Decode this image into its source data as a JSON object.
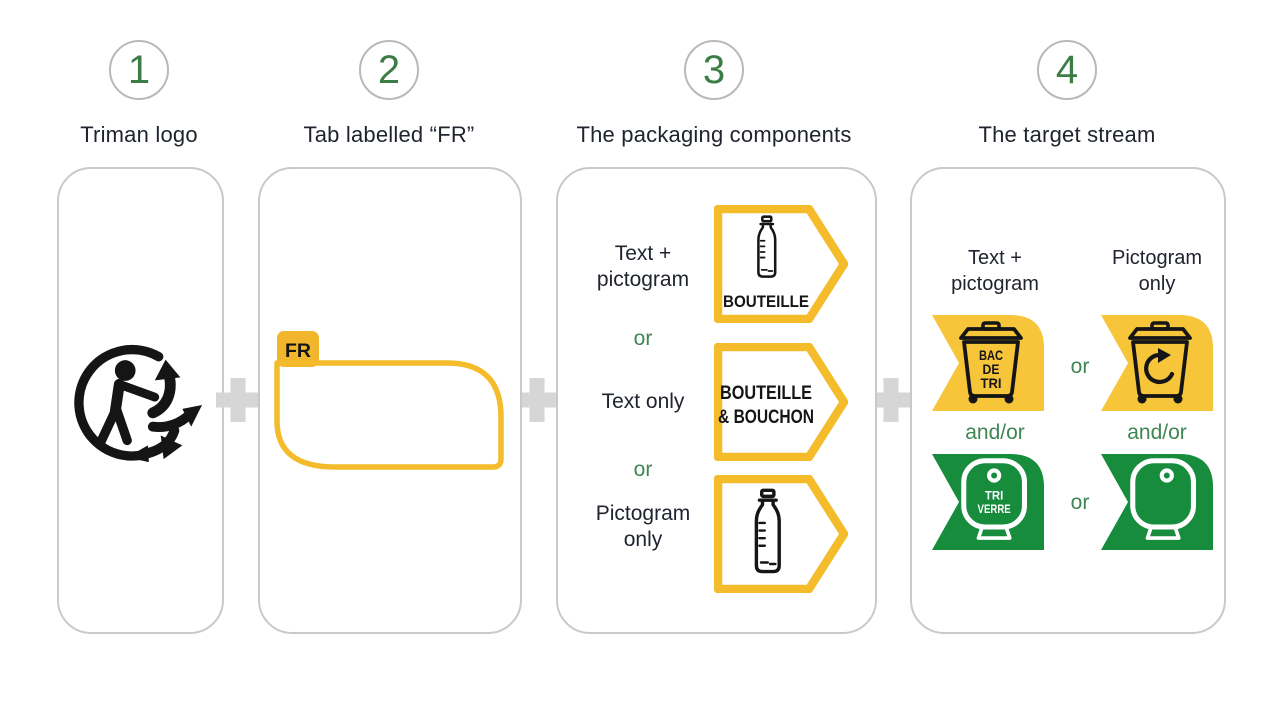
{
  "colors": {
    "yellow_outline": "#F4BB2B",
    "flag_yellow": "#F6C53A",
    "flag_green": "#168C3C",
    "text_green": "#3F8653",
    "number_green": "#3C7D46",
    "text_dark": "#20242E",
    "pictogram_black": "#151515",
    "card_border": "#C9C9C9",
    "plus_gray": "#D6D6D6"
  },
  "steps": [
    {
      "number": "1",
      "label": "Triman logo"
    },
    {
      "number": "2",
      "label": "Tab labelled “FR”"
    },
    {
      "number": "3",
      "label": "The packaging components"
    },
    {
      "number": "4",
      "label": "The target stream"
    }
  ],
  "card2": {
    "tab_label": "FR"
  },
  "card3": {
    "option1_label": "Text +\npictogram",
    "or1": "or",
    "option2_label": "Text only",
    "or2": "or",
    "option3_label": "Pictogram\nonly",
    "arrow1_text": "BOUTEILLE",
    "arrow2_text_line1": "BOUTEILLE",
    "arrow2_text_line2": "& BOUCHON"
  },
  "card4": {
    "col1_header": "Text +\npictogram",
    "col2_header": "Pictogram\nonly",
    "or_top": "or",
    "and_or_left": "and/or",
    "and_or_right": "and/or",
    "or_bottom": "or",
    "bin_line1": "BAC",
    "bin_line2": "DE",
    "bin_line3": "TRI",
    "glass_line1": "TRI",
    "glass_line2": "VERRE"
  },
  "icons": {
    "triman": "triman-logo-icon",
    "plus": "plus-icon",
    "bottle": "bottle-pictogram-icon",
    "sorting_bin": "sorting-bin-icon",
    "recycling_bin": "recycling-bin-icon",
    "glass_bank": "glass-bank-icon"
  }
}
